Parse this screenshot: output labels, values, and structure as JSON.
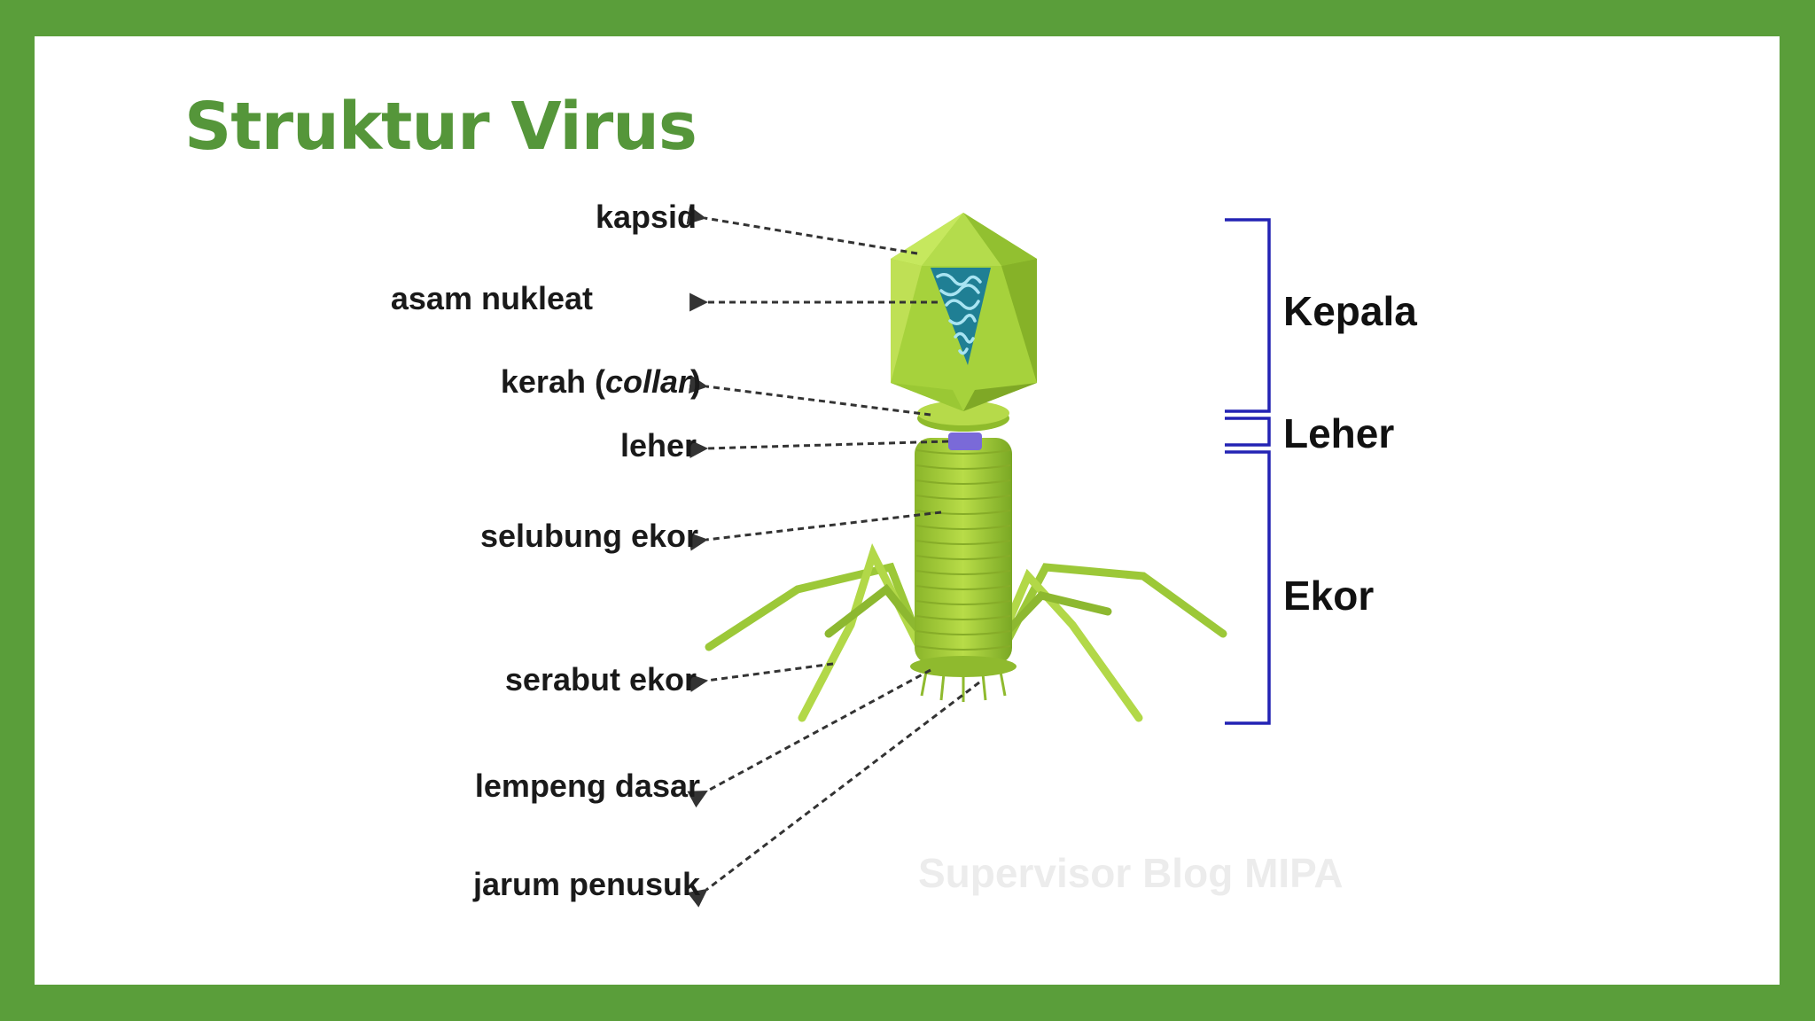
{
  "slide": {
    "title": "Struktur Virus",
    "accent_color": "#55963a",
    "frame_color": "#5a9e3a"
  },
  "diagram": {
    "subject": "bacteriophage structure",
    "labels": [
      {
        "id": "kapsid",
        "text": "kapsid"
      },
      {
        "id": "asam-nukleat",
        "text": "asam nukleat"
      },
      {
        "id": "kerah",
        "text_prefix": "kerah (",
        "text_italic": "collar",
        "text_suffix": ")"
      },
      {
        "id": "leher",
        "text": "leher"
      },
      {
        "id": "selubung-ekor",
        "text": "selubung ekor"
      },
      {
        "id": "serabut-ekor",
        "text": "serabut ekor"
      },
      {
        "id": "lempeng-dasar",
        "text": "lempeng dasar"
      },
      {
        "id": "jarum-penusuk",
        "text": "jarum penusuk"
      }
    ],
    "segments": [
      {
        "id": "kepala",
        "text": "Kepala"
      },
      {
        "id": "leher",
        "text": "Leher"
      },
      {
        "id": "ekor",
        "text": "Ekor"
      }
    ],
    "bracket_color": "#2323b4",
    "virus_color": "#a8d23a"
  },
  "watermark": "Supervisor Blog MIPA"
}
